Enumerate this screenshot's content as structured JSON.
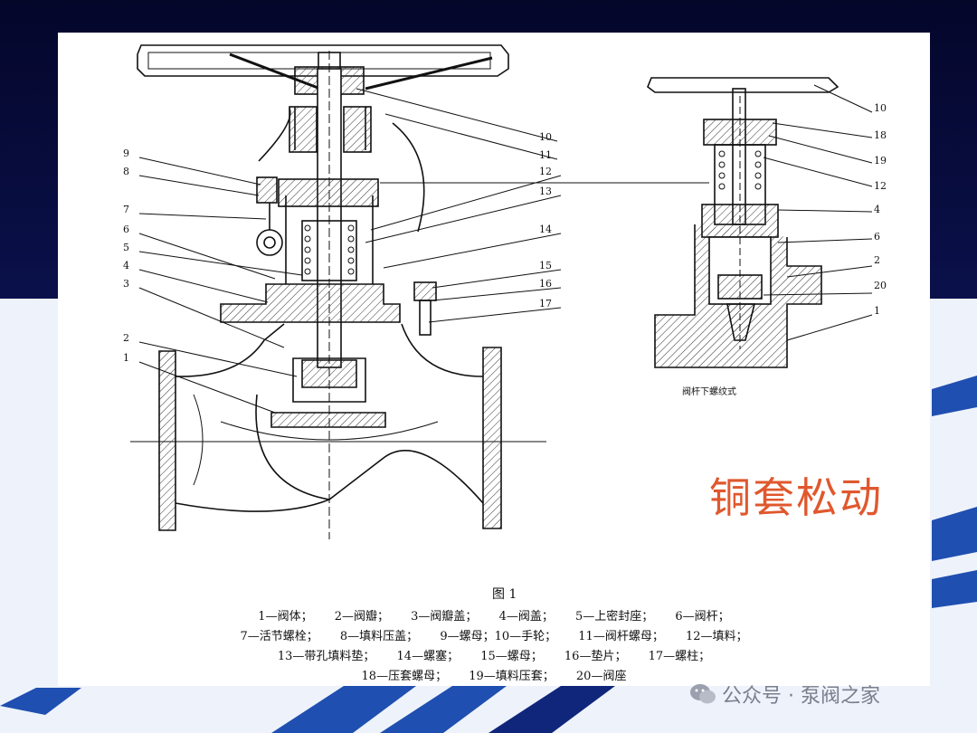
{
  "slide": {
    "overlay_text": "铜套松动",
    "figure_caption": "图 1",
    "right_view_caption": "阀杆下螺纹式",
    "callouts_left": [
      "9",
      "8",
      "7",
      "6",
      "5",
      "4",
      "3",
      "2",
      "1"
    ],
    "callouts_middle": [
      "10",
      "11",
      "12",
      "13",
      "14",
      "15",
      "16",
      "17"
    ],
    "callouts_right": [
      "10",
      "18",
      "19",
      "12",
      "4",
      "6",
      "2",
      "20",
      "1"
    ],
    "legend_rows": [
      [
        "1—阀体；",
        "2—阀瓣；",
        "3—阀瓣盖；",
        "4—阀盖；",
        "5—上密封座；",
        "6—阀杆；"
      ],
      [
        "7—活节螺栓；",
        "8—填料压盖；",
        "9—螺母；10—手轮；",
        "11—阀杆螺母；",
        "12—填料；"
      ],
      [
        "13—带孔填料垫；",
        "14—螺塞；",
        "15—螺母；",
        "16—垫片；",
        "17—螺柱；"
      ],
      [
        "18—压套螺母；",
        "19—填料压套；",
        "20—阀座"
      ]
    ],
    "watermark": "公众号 · 泵阀之家",
    "colors": {
      "background_navy": "#0a0f3a",
      "stripe_blue": "#1f4fb0",
      "overlay_red": "#e0582e"
    }
  }
}
